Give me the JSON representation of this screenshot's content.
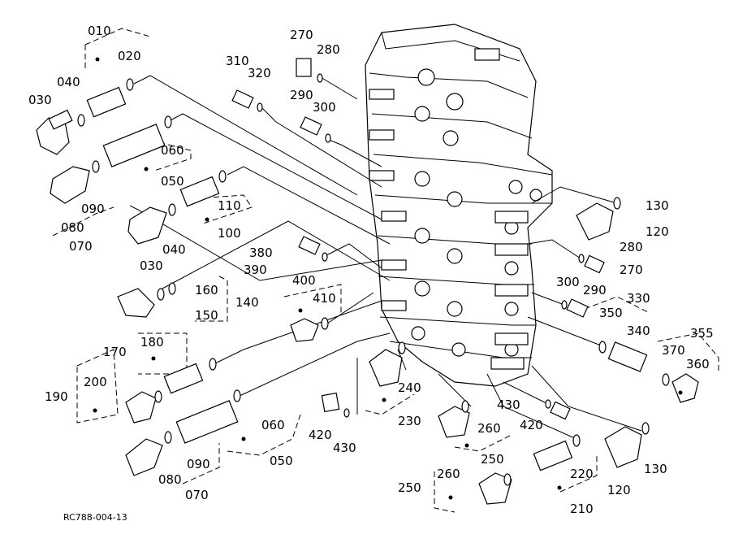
{
  "diagram": {
    "reference": "RC788-004-13",
    "labels": [
      "010",
      "020",
      "030",
      "040",
      "050",
      "060",
      "070",
      "080",
      "090",
      "100",
      "110",
      "120",
      "130",
      "140",
      "150",
      "160",
      "170",
      "180",
      "190",
      "200",
      "210",
      "220",
      "230",
      "240",
      "250",
      "260",
      "270",
      "280",
      "290",
      "300",
      "310",
      "320",
      "330",
      "340",
      "350",
      "355",
      "360",
      "370",
      "380",
      "390",
      "400",
      "410",
      "420",
      "430"
    ]
  }
}
